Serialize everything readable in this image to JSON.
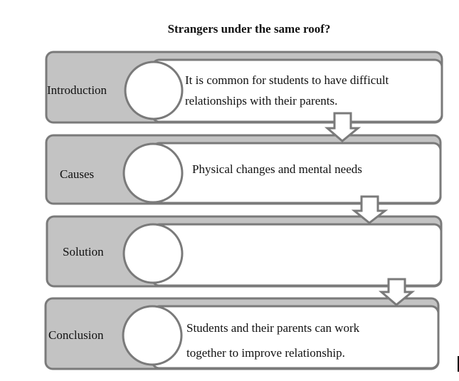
{
  "title": "Strangers under the same roof?",
  "sections": [
    {
      "label": "Introduction",
      "text": "It is common for students to have difficult\nrelationships with their parents."
    },
    {
      "label": "Causes",
      "text": "Physical changes and mental needs"
    },
    {
      "label": "Solution",
      "text": ""
    },
    {
      "label": "Conclusion",
      "text": "Students and their parents can work\ntogether to improve relationship."
    }
  ],
  "colors": {
    "panel_fill": "#c3c3c3",
    "outline": "#7a7a7a",
    "background": "#ffffff"
  },
  "icons": [
    "circle-marker",
    "down-arrow-icon"
  ]
}
